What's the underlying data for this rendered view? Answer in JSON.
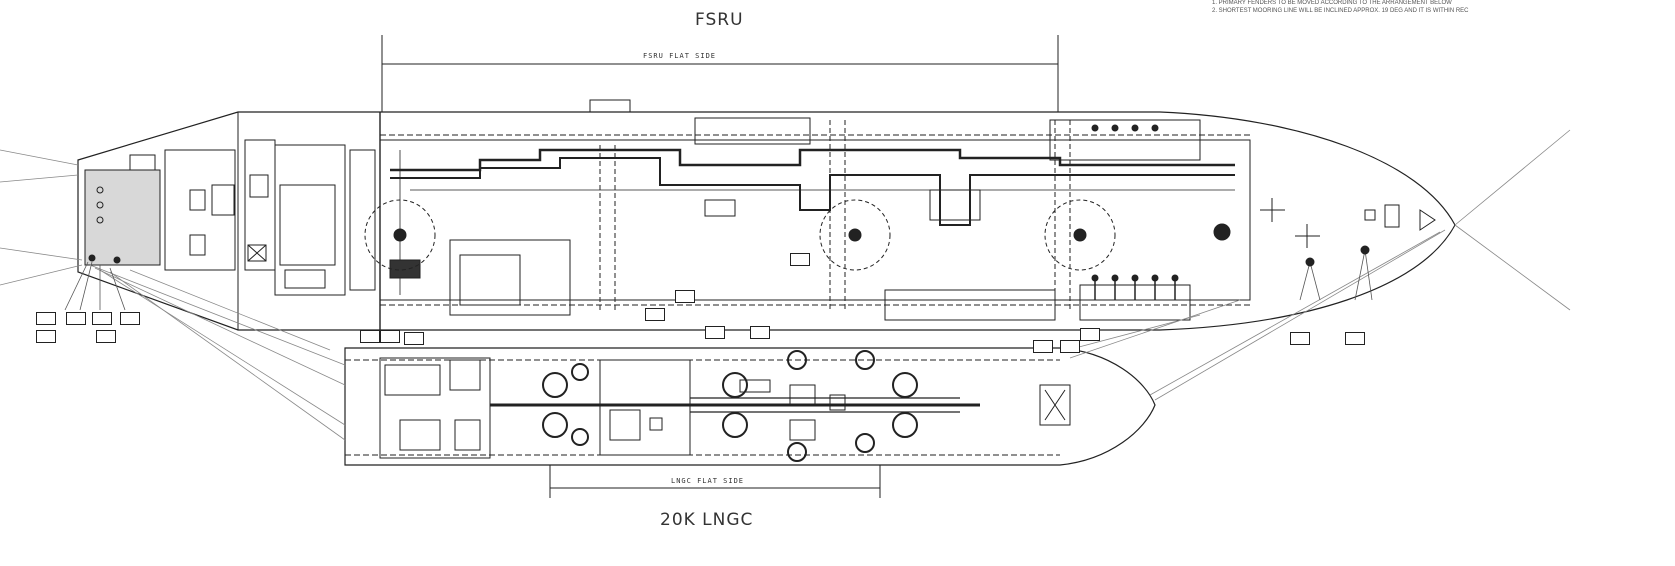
{
  "labels": {
    "fsru_title": "FSRU",
    "fsru_flat_side": "FSRU FLAT SIDE",
    "lngc_flat_side": "LNGC FLAT SIDE",
    "lngc_title": "20K LNGC"
  },
  "notes": [
    "1. PRIMARY FENDERS TO BE MOVED ACCORDING TO THE ARRANGEMENT BELOW",
    "2. SHORTEST MOORING LINE WILL BE INCLINED APPROX. 19 DEG AND IT IS WITHIN REC"
  ]
}
